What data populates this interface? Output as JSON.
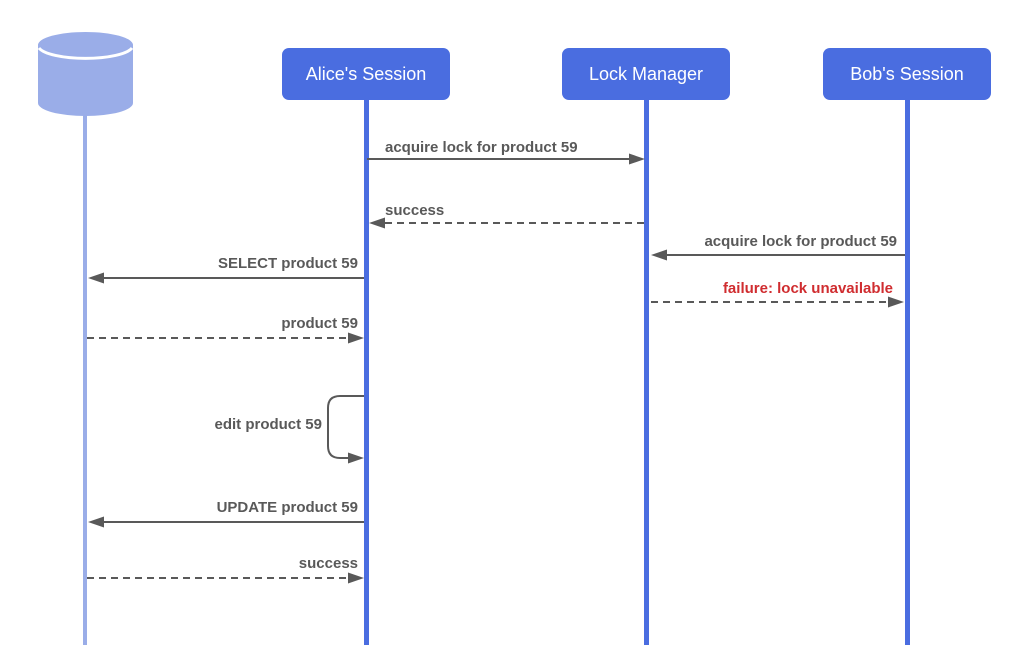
{
  "diagram": {
    "type": "sequence-diagram",
    "actors": [
      {
        "id": "database",
        "kind": "database",
        "label": ""
      },
      {
        "id": "alice",
        "kind": "participant",
        "label": "Alice's Session"
      },
      {
        "id": "lock-manager",
        "kind": "participant",
        "label": "Lock Manager"
      },
      {
        "id": "bob",
        "kind": "participant",
        "label": "Bob's Session"
      }
    ],
    "messages": [
      {
        "label": "acquire lock for product 59",
        "from": "alice",
        "to": "lock-manager",
        "line": "solid",
        "color": "#595959"
      },
      {
        "label": "success",
        "from": "lock-manager",
        "to": "alice",
        "line": "dashed",
        "color": "#595959"
      },
      {
        "label": "acquire lock for product 59",
        "from": "bob",
        "to": "lock-manager",
        "line": "solid",
        "color": "#595959"
      },
      {
        "label": "SELECT product 59",
        "from": "alice",
        "to": "database",
        "line": "solid",
        "color": "#595959"
      },
      {
        "label": "failure: lock unavailable",
        "from": "lock-manager",
        "to": "bob",
        "line": "dashed",
        "color": "#d02d30"
      },
      {
        "label": "product 59",
        "from": "database",
        "to": "alice",
        "line": "dashed",
        "color": "#595959"
      },
      {
        "label": "edit product 59",
        "from": "alice",
        "to": "alice",
        "line": "self-loop",
        "color": "#595959"
      },
      {
        "label": "UPDATE product 59",
        "from": "alice",
        "to": "database",
        "line": "solid",
        "color": "#595959"
      },
      {
        "label": "success",
        "from": "database",
        "to": "alice",
        "line": "dashed",
        "color": "#595959"
      }
    ],
    "colors": {
      "actor_fill": "#4a6de0",
      "database_fill": "#9aade8",
      "arrow": "#595959",
      "error_text": "#d02d30",
      "background": "#ffffff"
    }
  }
}
